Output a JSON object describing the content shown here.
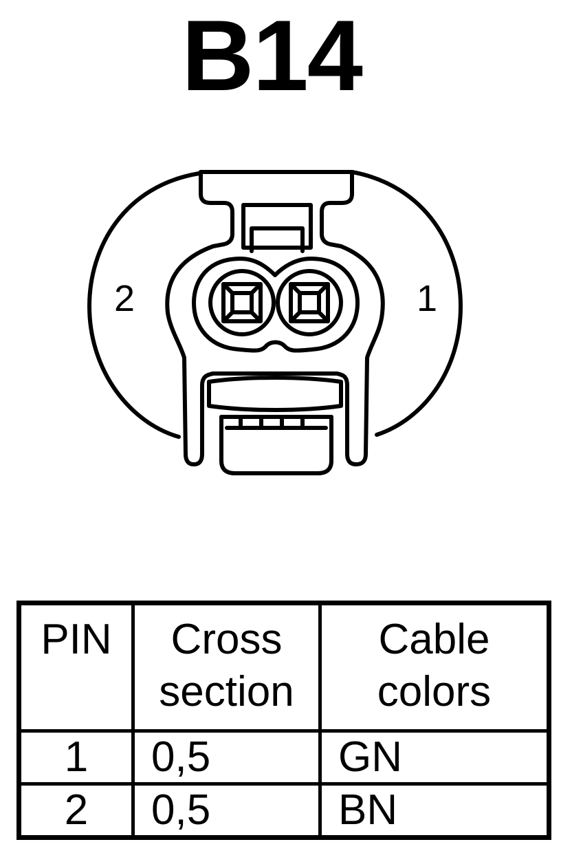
{
  "connector": {
    "title": "B14",
    "pin_label_left": "2",
    "pin_label_right": "1"
  },
  "table": {
    "headers": {
      "pin": "PIN",
      "cross_line1": "Cross",
      "cross_line2": "section",
      "color_line1": "Cable",
      "color_line2": "colors"
    },
    "rows": [
      {
        "pin": "1",
        "cross_section": "0,5",
        "color": "GN"
      },
      {
        "pin": "2",
        "cross_section": "0,5",
        "color": "BN"
      }
    ]
  }
}
